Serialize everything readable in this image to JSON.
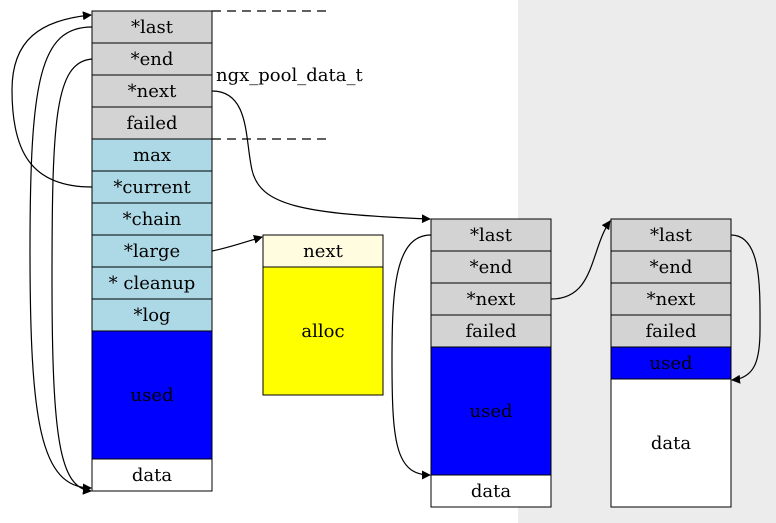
{
  "colors": {
    "header": "#d3d3d3",
    "pool": "#add8e6",
    "used": "#0000ff",
    "large_next": "#fffce0",
    "alloc": "#ffff00",
    "data": "#ffffff",
    "used_text": "#000080"
  },
  "annotation": "ngx_pool_data_t",
  "main_pool": {
    "fields": [
      "*last",
      "*end",
      "*next",
      "failed",
      "max",
      "*current",
      "*chain",
      "*large",
      "* cleanup",
      "*log",
      "used",
      "data"
    ]
  },
  "large_block": {
    "fields": [
      "next",
      "alloc"
    ]
  },
  "pool_2": {
    "fields": [
      "*last",
      "*end",
      "*next",
      "failed",
      "used",
      "data"
    ]
  },
  "pool_3": {
    "fields": [
      "*last",
      "*end",
      "*next",
      "failed",
      "used",
      "data"
    ]
  }
}
